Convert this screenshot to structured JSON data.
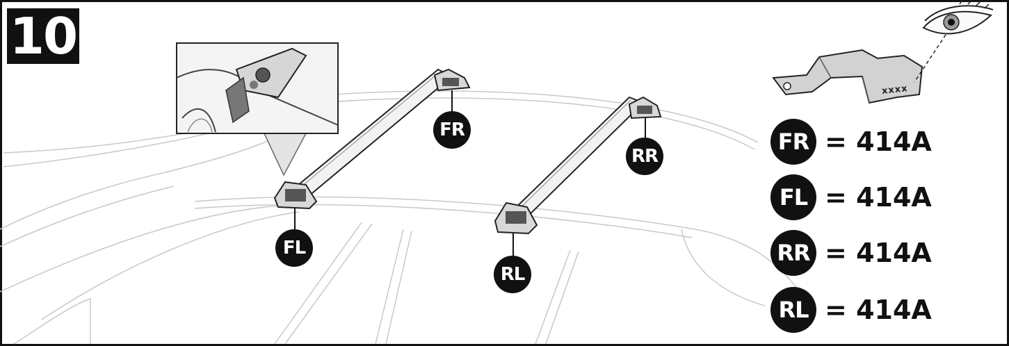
{
  "step": {
    "number": "10"
  },
  "positions": {
    "fr": "FR",
    "fl": "FL",
    "rr": "RR",
    "rl": "RL"
  },
  "legend": [
    {
      "position": "FR",
      "value": "= 414A"
    },
    {
      "position": "FL",
      "value": "= 414A"
    },
    {
      "position": "RR",
      "value": "= 414A"
    },
    {
      "position": "RL",
      "value": "= 414A"
    }
  ],
  "part": {
    "code": "xxxx"
  },
  "icons": [
    "eye-icon",
    "bracket-part",
    "detail-zoom"
  ]
}
